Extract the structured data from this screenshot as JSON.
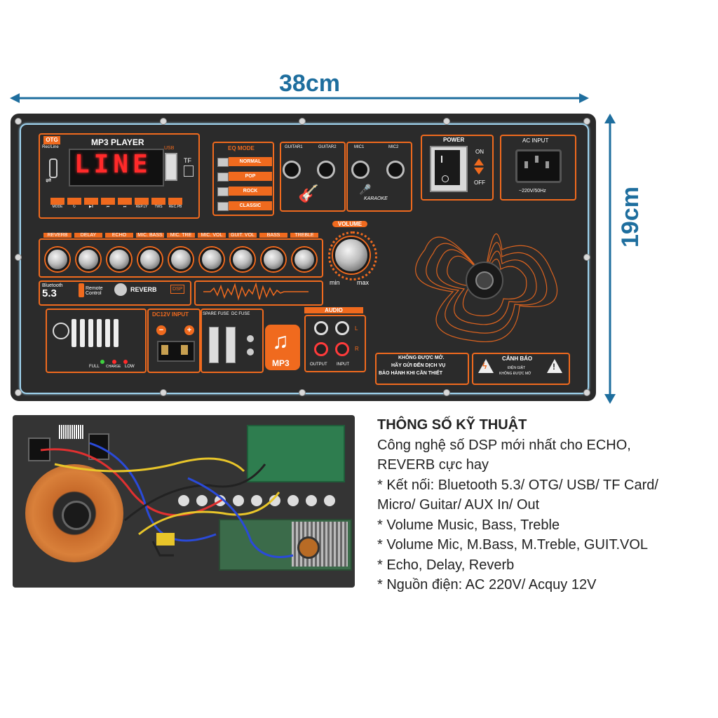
{
  "dimensions": {
    "width_label": "38cm",
    "height_label": "19cm"
  },
  "mp3": {
    "otg": "OTG",
    "rec_line": "Rec/Line",
    "title": "MP3 PLAYER",
    "display": "LINE",
    "usb": "USB",
    "tf": "TF",
    "buttons": [
      "MODE",
      "↻",
      "▶‖",
      "⏮",
      "⏭",
      "REP.LY",
      "TWS",
      "REC.PB"
    ]
  },
  "eq": {
    "title": "EQ MODE",
    "modes": [
      "NORMAL",
      "POP",
      "ROCK",
      "CLASSIC"
    ]
  },
  "guitar": {
    "in1": "GUITAR1",
    "in2": "GUITAR2"
  },
  "mic": {
    "in1": "MIC1",
    "in2": "MIC2",
    "karaoke": "KARAOKE"
  },
  "power": {
    "title": "POWER",
    "on": "ON",
    "off": "OFF"
  },
  "ac": {
    "title": "AC INPUT",
    "spec": "~220V/50Hz"
  },
  "knobs": [
    "REVERB",
    "DELAY",
    "ECHO",
    "MIC. BASS",
    "MIC. TRE",
    "MIC. VOL",
    "GUIT. VOL",
    "BASS",
    "TREBLE"
  ],
  "volume": {
    "title": "VOLUME",
    "min": "min",
    "max": "max"
  },
  "bt": {
    "label": "Bluetooth",
    "version": "5.3",
    "remote": "Remote Control",
    "reverb": "REVERB",
    "dsp": "DSP"
  },
  "led": {
    "full": "FULL",
    "charge": "CHARGE",
    "low": "LOW"
  },
  "dc": {
    "title": "DC12V INPUT",
    "minus": "−",
    "plus": "+"
  },
  "fuse": {
    "spare": "SPARE FUSE",
    "dc": "DC FUSE"
  },
  "mp3_badge": "MP3",
  "audio": {
    "title": "AUDIO",
    "l": "L",
    "r": "R",
    "output": "OUTPUT",
    "input": "INPUT"
  },
  "notice": {
    "line1": "KHÔNG ĐƯỢC MỞ.",
    "line2": "HÃY GỬI ĐẾN DỊCH VỤ",
    "line3": "BẢO HÀNH KHI CẦN THIẾT"
  },
  "warning": {
    "title": "CẢNH BÁO",
    "line1": "ĐIỆN GIẬT",
    "line2": "KHÔNG ĐƯỢC MỞ"
  },
  "specs": {
    "title": "THÔNG SỐ KỸ THUẬT",
    "lines": [
      "Công nghệ số DSP mới nhất cho ECHO,",
      "REVERB cực hay",
      "* Kết nối: Bluetooth 5.3/ OTG/ USB/ TF Card/",
      "Micro/ Guitar/ AUX In/ Out",
      "* Volume Music, Bass, Treble",
      "* Volume Mic, M.Bass, M.Treble, GUIT.VOL",
      "* Echo, Delay, Reverb",
      "* Nguồn điện: AC 220V/ Acquy 12V"
    ]
  },
  "colors": {
    "accent": "#f06a1e",
    "panel": "#2b2b2b",
    "dimension": "#1e6e9e",
    "led": "#ff2a2a",
    "outline": "#9fd3ee"
  }
}
